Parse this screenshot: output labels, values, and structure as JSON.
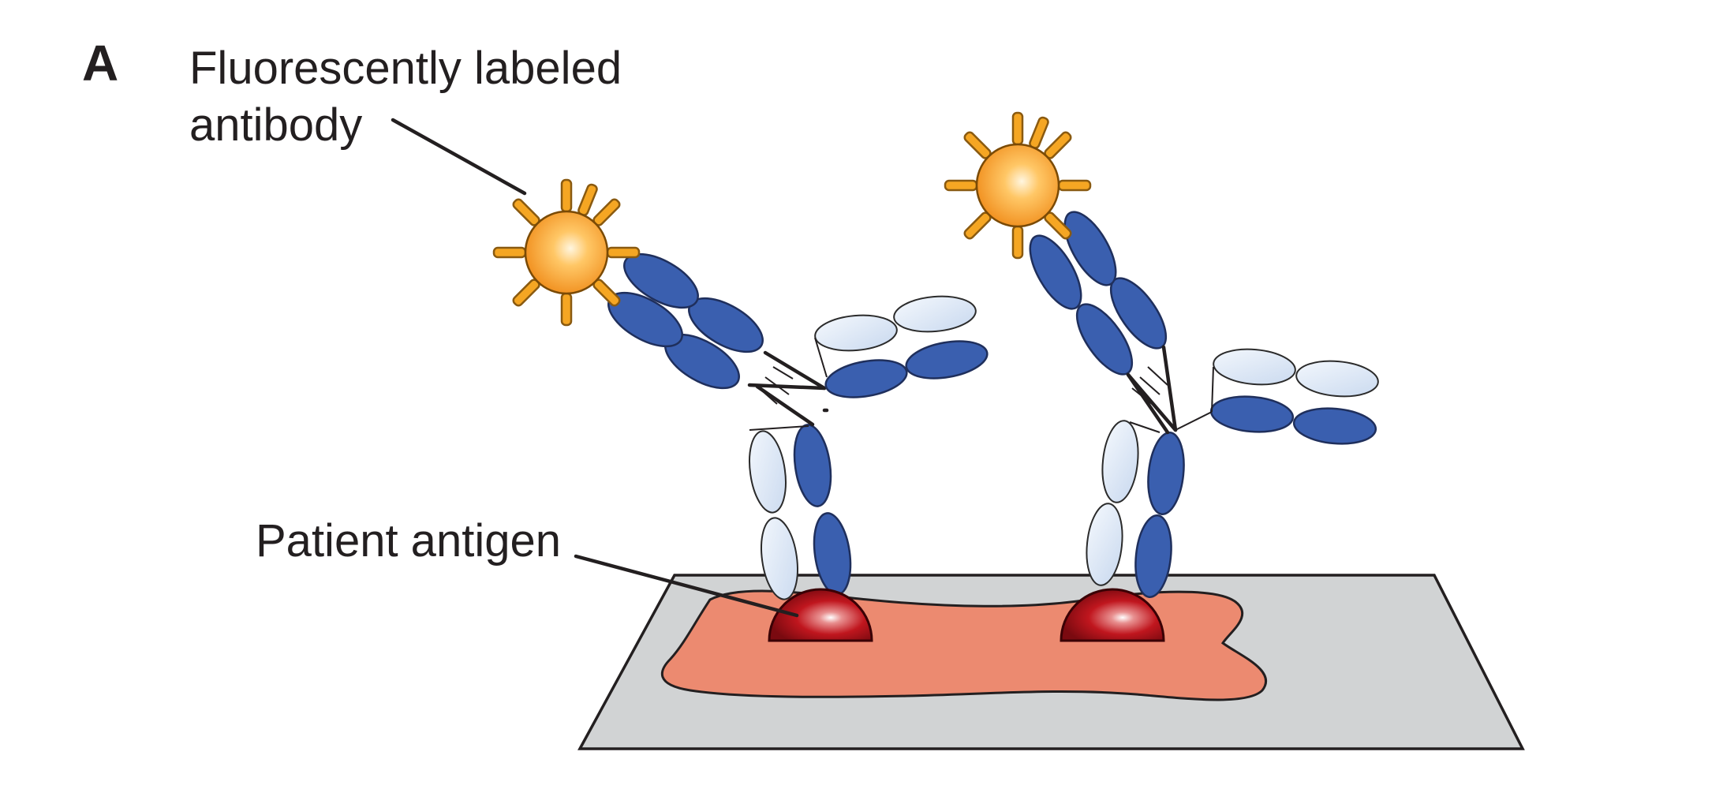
{
  "panel_label": "A",
  "labels": {
    "antibody_line1": "Fluorescently labeled",
    "antibody_line2": "antibody",
    "antigen": "Patient antigen"
  },
  "colors": {
    "heavy_chain": "#3a5faf",
    "light_chain": "#d6e4f5",
    "fluorophore": "#f5a623",
    "antigen": "#b5121b",
    "tissue": "#ec8a70",
    "slide": "#d1d3d4"
  }
}
